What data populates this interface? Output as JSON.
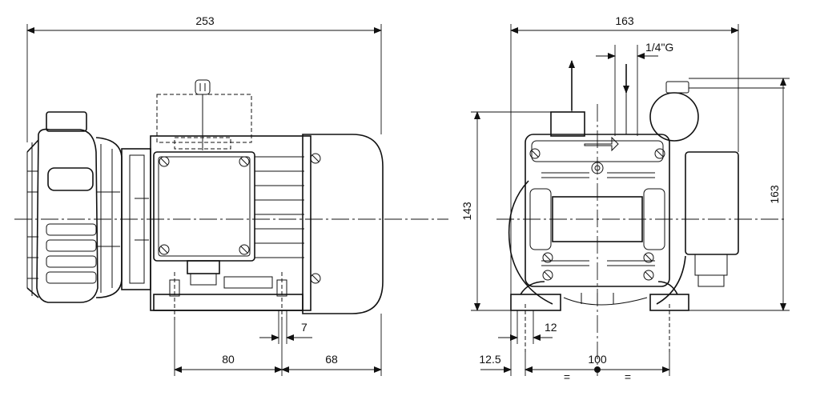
{
  "dimensions": {
    "overall_length": "253",
    "overall_width": "163",
    "height_right": "163",
    "height_left": "143",
    "thread": "1/4\"G",
    "slot_small": "7",
    "foot_left": "80",
    "foot_right": "68",
    "slot_front": "12",
    "foot_offset": "12.5",
    "foot_spacing": "100"
  },
  "symbols": {
    "equal_sign": "="
  }
}
